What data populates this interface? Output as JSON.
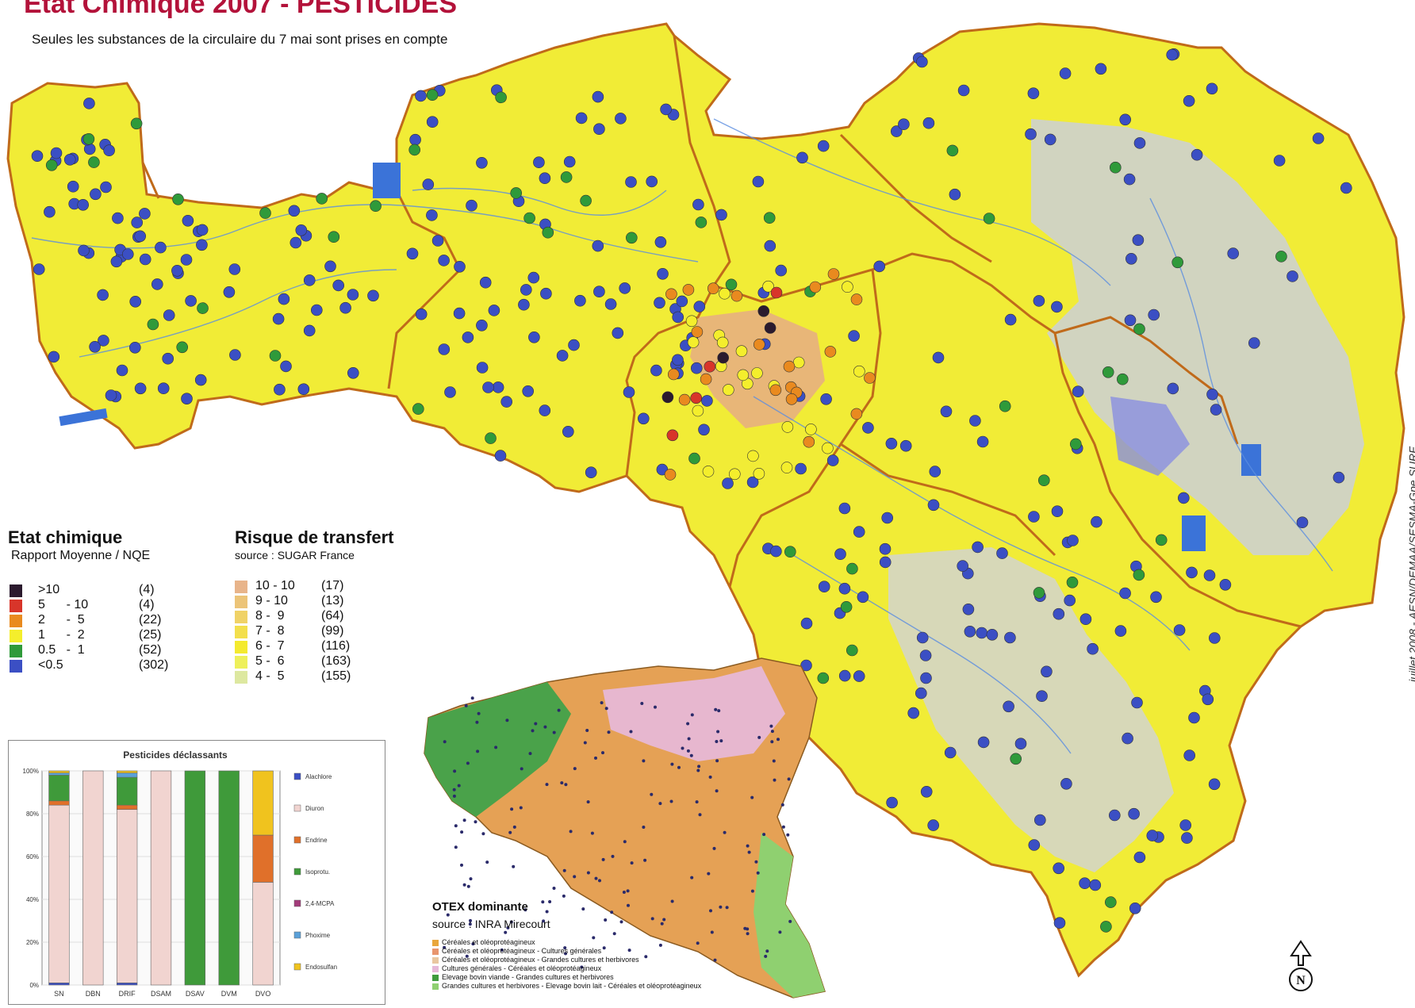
{
  "title": "Etat Chimique 2007 - PESTICIDES",
  "subtitle": "Seules les substances de la circulaire du 7 mai sont prises en compte",
  "etat_legend": {
    "title": "Etat chimique",
    "subtitle": "Rapport Moyenne / NQE",
    "items": [
      {
        "label": ">10",
        "count": "(4)",
        "color": "#2b1a2e"
      },
      {
        "label": "5      - 10",
        "count": "(4)",
        "color": "#d8352a"
      },
      {
        "label": "2      -  5",
        "count": "(22)",
        "color": "#e98a1f"
      },
      {
        "label": "1      -  2",
        "count": "(25)",
        "color": "#f4ee2c"
      },
      {
        "label": "0.5   -  1",
        "count": "(52)",
        "color": "#2f9a3a"
      },
      {
        "label": "<0.5",
        "count": "(302)",
        "color": "#3b4fc4"
      }
    ]
  },
  "risque_legend": {
    "title": "Risque de transfert",
    "subtitle": "source : SUGAR France",
    "items": [
      {
        "label": "10 - 10",
        "count": "(17)",
        "color": "#e8b48a"
      },
      {
        "label": "9 - 10",
        "count": "(13)",
        "color": "#ecc478"
      },
      {
        "label": "8 -  9",
        "count": "(64)",
        "color": "#f0d266"
      },
      {
        "label": "7 -  8",
        "count": "(99)",
        "color": "#f3df4c"
      },
      {
        "label": "6 -  7",
        "count": "(116)",
        "color": "#f4ea2e"
      },
      {
        "label": "5 -  6",
        "count": "(163)",
        "color": "#eef05a"
      },
      {
        "label": "4 -  5",
        "count": "(155)",
        "color": "#dde8a0"
      }
    ]
  },
  "otex_legend": {
    "title": "OTEX dominante",
    "source": "source : INRA Mirecourt",
    "items": [
      {
        "label": "Céréales et oléoprotéagineux",
        "color": "#e9a63b"
      },
      {
        "label": "Céréales et oléoprotéagineux - Cultures générales",
        "color": "#e8956d"
      },
      {
        "label": "Céréales et oléoprotéagineux - Grandes cultures et herbivores",
        "color": "#e9c7a0"
      },
      {
        "label": "Cultures générales - Céréales et oléoprotéagineux",
        "color": "#e6b8d8"
      },
      {
        "label": "Elevage bovin viande - Grandes cultures et herbivores",
        "color": "#3f9b3c"
      },
      {
        "label": "Grandes cultures et herbivores - Elevage bovin lait - Céréales et oléoprotéagineux",
        "color": "#8fd070"
      }
    ]
  },
  "credit": "juillet 2008 - AESN/DEMAA/SESMA-Gpe SURF",
  "north": "N",
  "chart_data": {
    "type": "bar",
    "title": "Pesticides déclassants",
    "categories": [
      "SN",
      "DBN",
      "DRIF",
      "DSAM",
      "DSAV",
      "DVM",
      "DVO"
    ],
    "ytick_labels": [
      "0%",
      "20%",
      "40%",
      "60%",
      "80%",
      "100%"
    ],
    "ylim": [
      0,
      100
    ],
    "stacked": true,
    "series": [
      {
        "name": "Alachlore",
        "color": "#3b4fc4",
        "values": [
          1,
          0,
          1,
          0,
          0,
          0,
          0
        ]
      },
      {
        "name": "Diuron",
        "color": "#f1d4d0",
        "values": [
          83,
          100,
          81,
          100,
          0,
          0,
          48
        ]
      },
      {
        "name": "Endrine",
        "color": "#e0702a",
        "values": [
          2,
          0,
          2,
          0,
          0,
          0,
          22
        ]
      },
      {
        "name": "Isoproturon",
        "color": "#3f9a3a",
        "values": [
          12,
          0,
          13,
          0,
          100,
          100,
          0
        ]
      },
      {
        "name": "2,4-MCPA",
        "color": "#a33b7a",
        "values": [
          0,
          0,
          0,
          0,
          0,
          0,
          0
        ]
      },
      {
        "name": "Phoxime",
        "color": "#5aa0d8",
        "values": [
          1,
          0,
          2,
          0,
          0,
          0,
          0
        ]
      },
      {
        "name": "Endosulfan",
        "color": "#f0c31e",
        "values": [
          1,
          0,
          1,
          0,
          0,
          0,
          30
        ]
      }
    ],
    "legend_labels": [
      "Alachlore",
      "Diuron",
      "Endrine",
      "Isoprotu.",
      "2,4-MCPA",
      "Phoxime",
      "Endosulfan"
    ]
  },
  "stations": {
    "blue": 302,
    "green": 52,
    "yellow": 25,
    "orange": 22,
    "red": 4,
    "black": 4
  }
}
